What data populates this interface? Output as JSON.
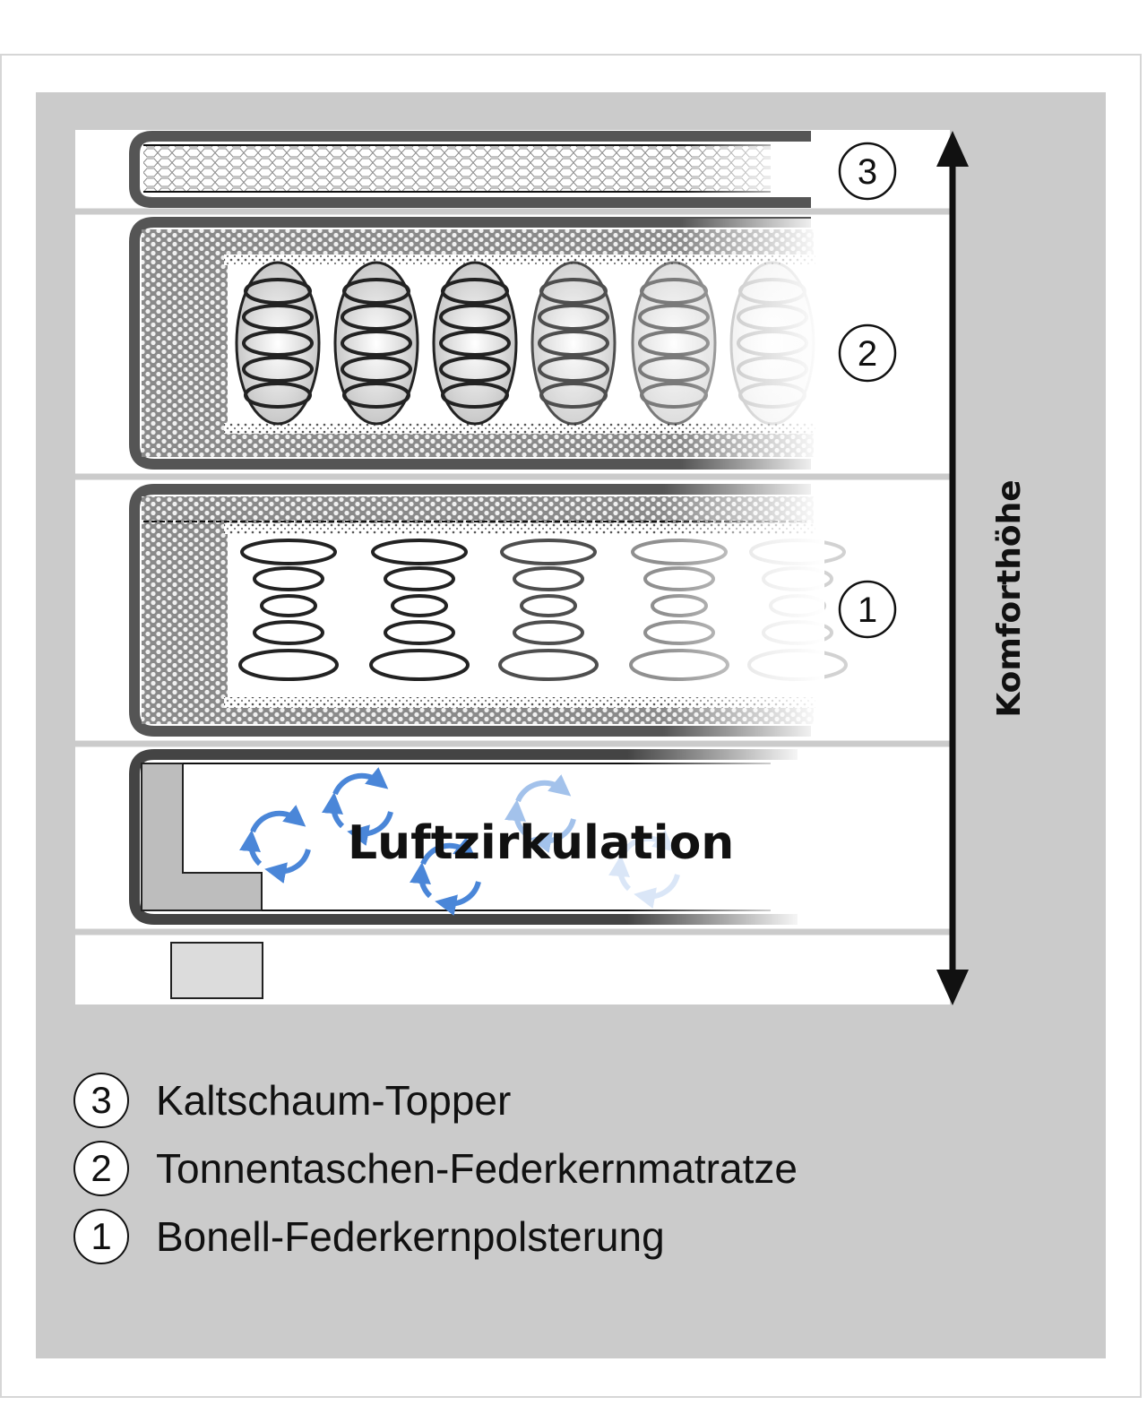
{
  "layers": [
    {
      "number": "3",
      "label": "Kaltschaum-Topper"
    },
    {
      "number": "2",
      "label": "Tonnentaschen-Federkernmatratze"
    },
    {
      "number": "1",
      "label": "Bonell-Federkernpolsterung"
    }
  ],
  "diagram": {
    "circulation_label": "Luftzirkulation",
    "axis_label": "Komforthöhe",
    "layer_markers": [
      "3",
      "2",
      "1"
    ]
  },
  "colors": {
    "panel": "#cbcbcb",
    "foam": "#555555",
    "circulation_arrows": "#4a86d8"
  },
  "icons": {
    "axis": "double-arrow-vertical-icon",
    "circulation": "circular-arrows-icon"
  }
}
